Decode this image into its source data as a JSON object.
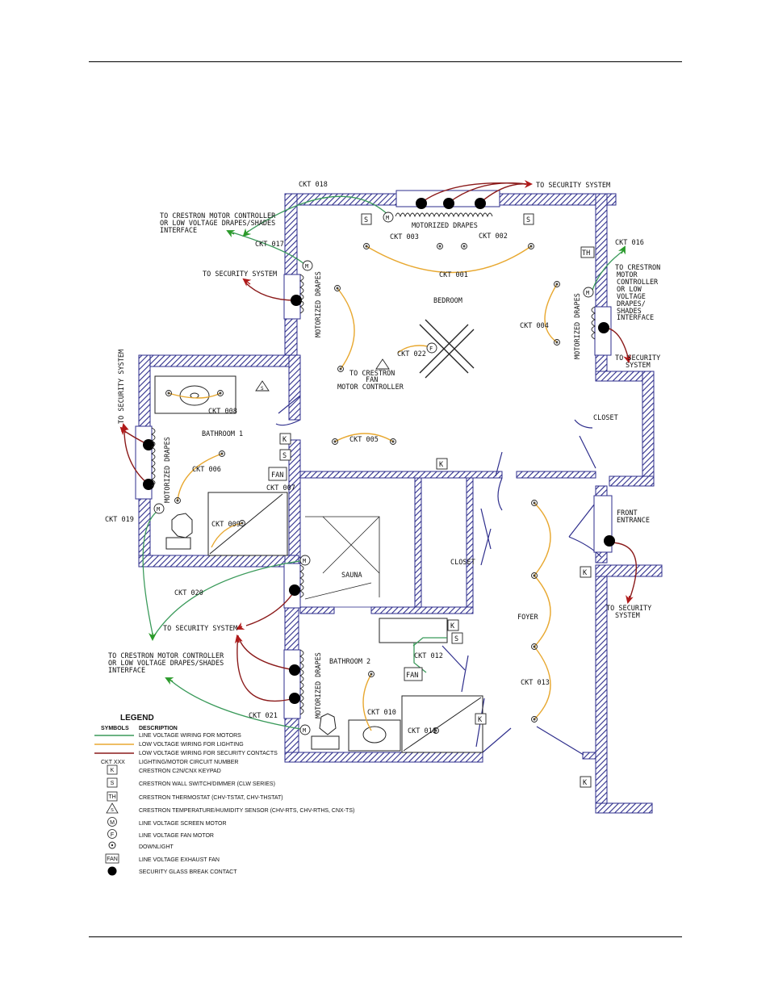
{
  "labels": {
    "ckt018": "CKT 018",
    "to_security_top": "TO SECURITY SYSTEM",
    "crestron_top_l1": "TO CRESTRON MOTOR CONTROLLER",
    "crestron_top_l2": "OR LOW VOLTAGE DRAPES/SHADES",
    "crestron_top_l3": "INTERFACE",
    "motorized_drapes_top": "MOTORIZED DRAPES",
    "ckt003": "CKT 003",
    "ckt002": "CKT 002",
    "ckt017": "CKT 017",
    "ckt016": "CKT 016",
    "to_security_left_bed": "TO SECURITY SYSTEM",
    "ckt001": "CKT 001",
    "bedroom": "BEDROOM",
    "ckt004": "CKT 004",
    "right_crestron_l1": "TO CRESTRON",
    "right_crestron_l2": "MOTOR",
    "right_crestron_l3": "CONTROLLER",
    "right_crestron_l4": "OR LOW",
    "right_crestron_l5": "VOLTAGE",
    "right_crestron_l6": "DRAPES/",
    "right_crestron_l7": "SHADES",
    "right_crestron_l8": "INTERFACE",
    "to_security_right_l1": "TO SECURITY",
    "to_security_right_l2": "SYSTEM",
    "ckt022": "CKT 022",
    "fan_ctrl_l1": "TO CRESTRON",
    "fan_ctrl_l2": "FAN",
    "fan_ctrl_l3": "MOTOR CONTROLLER",
    "to_security_vertical": "TO SECURITY SYSTEM",
    "ckt008": "CKT 008",
    "bathroom1": "BATHROOM 1",
    "ckt005": "CKT 005",
    "closet_right": "CLOSET",
    "ckt006": "CKT 006",
    "fan": "FAN",
    "ckt007": "CKT 007",
    "front_entrance_l1": "FRONT",
    "front_entrance_l2": "ENTRANCE",
    "ckt019": "CKT 019",
    "ckt009": "CKT 009",
    "sauna": "SAUNA",
    "closet_mid": "CLOSET",
    "ckt020": "CKT 020",
    "to_security_front_l1": "TO SECURITY",
    "to_security_front_l2": "SYSTEM",
    "to_security_bottom": "TO SECURITY SYSTEM",
    "foyer": "FOYER",
    "ckt012": "CKT 012",
    "crestron_bottom_l1": "TO CRESTRON MOTOR CONTROLLER",
    "crestron_bottom_l2": "OR LOW VOLTAGE DRAPES/SHADES",
    "crestron_bottom_l3": "INTERFACE",
    "bathroom2": "BATHROOM 2",
    "ckt013": "CKT 013",
    "ckt010": "CKT 010",
    "ckt021": "CKT 021",
    "ckt011": "CKT 011",
    "motorized_drapes_left": "MOTORIZED DRAPES",
    "motorized_drapes_right": "MOTORIZED DRAPES",
    "motorized_drapes_b1": "MOTORIZED DRAPES",
    "motorized_drapes_b2": "MOTORIZED DRAPES",
    "sym_s": "S",
    "sym_k": "K",
    "sym_m": "M",
    "sym_f": "F",
    "sym_th": "TH"
  },
  "legend": {
    "title": "LEGEND",
    "col_symbols": "SYMBOLS",
    "col_description": "DESCRIPTION",
    "items": [
      {
        "symbol": "line-green",
        "description": "LINE VOLTAGE WIRING FOR MOTORS"
      },
      {
        "symbol": "line-orange",
        "description": "LOW VOLTAGE WIRING FOR LIGHTING"
      },
      {
        "symbol": "line-red",
        "description": "LOW VOLTAGE WIRING FOR SECURITY CONTACTS"
      },
      {
        "symbol": "text",
        "symbol_text": "CKT XXX",
        "description": "LIGHTING/MOTOR CIRCUIT NUMBER"
      },
      {
        "symbol": "box",
        "symbol_text": "K",
        "description": "CRESTRON C2N/CNX KEYPAD"
      },
      {
        "symbol": "box",
        "symbol_text": "S",
        "description": "CRESTRON WALL SWITCH/DIMMER (CLW SERIES)"
      },
      {
        "symbol": "box",
        "symbol_text": "TH",
        "description": "CRESTRON THERMOSTAT (CHV-TSTAT, CHV-THSTAT)"
      },
      {
        "symbol": "triangle",
        "symbol_text": "S",
        "description": "CRESTRON TEMPERATURE/HUMIDITY SENSOR (CHV-RTS, CHV-RTHS, CNX-TS)"
      },
      {
        "symbol": "circle",
        "symbol_text": "M",
        "description": "LINE VOLTAGE SCREEN MOTOR"
      },
      {
        "symbol": "circle",
        "symbol_text": "F",
        "description": "LINE VOLTAGE FAN MOTOR"
      },
      {
        "symbol": "downlight",
        "description": "DOWNLIGHT"
      },
      {
        "symbol": "box",
        "symbol_text": "FAN",
        "description": "LINE VOLTAGE EXHAUST FAN"
      },
      {
        "symbol": "dot",
        "description": "SECURITY GLASS BREAK CONTACT"
      }
    ]
  },
  "colors": {
    "wall": "#2e2e8c",
    "motor_wire": "#3a9a5a",
    "light_wire": "#e8a830",
    "security_wire": "#8b1a1a",
    "crestron_arrow": "#2a9a2a",
    "security_arrow": "#b01a1a"
  }
}
